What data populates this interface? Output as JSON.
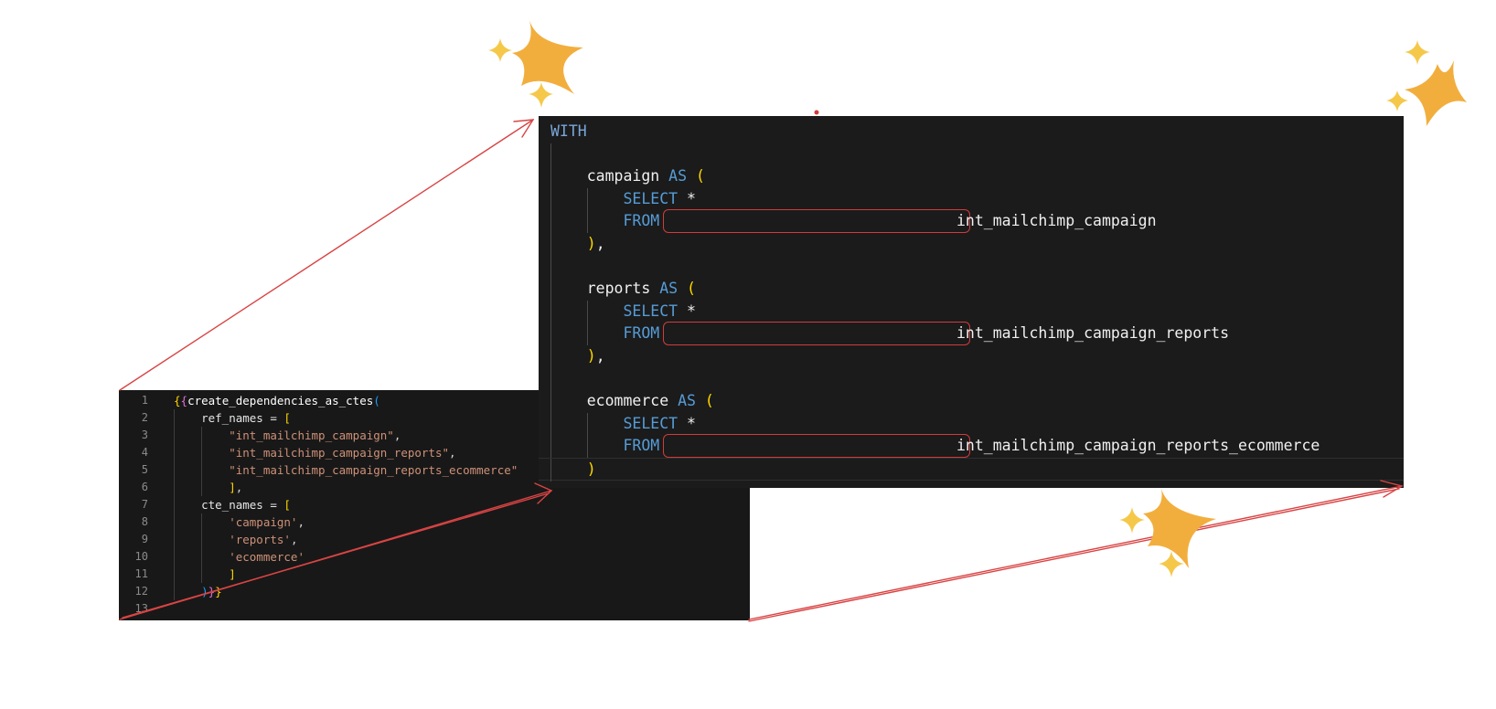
{
  "source_editor": {
    "lines": [
      {
        "num": "1",
        "tokens": [
          {
            "t": "{",
            "c": "t-brace"
          },
          {
            "t": "{",
            "c": "t-brace2"
          },
          {
            "t": "create_dependencies_as_ctes",
            "c": "t-fn"
          },
          {
            "t": "(",
            "c": "t-paren"
          }
        ]
      },
      {
        "num": "2",
        "tokens": [
          {
            "t": "    ref_names = ",
            "c": "t-var"
          },
          {
            "t": "[",
            "c": "t-bracket"
          }
        ]
      },
      {
        "num": "3",
        "tokens": [
          {
            "t": "        \"int_mailchimp_campaign\"",
            "c": "t-str"
          },
          {
            "t": ",",
            "c": "t-op"
          }
        ]
      },
      {
        "num": "4",
        "tokens": [
          {
            "t": "        \"int_mailchimp_campaign_reports\"",
            "c": "t-str"
          },
          {
            "t": ",",
            "c": "t-op"
          }
        ]
      },
      {
        "num": "5",
        "tokens": [
          {
            "t": "        \"int_mailchimp_campaign_reports_ecommerce\"",
            "c": "t-str"
          }
        ]
      },
      {
        "num": "6",
        "tokens": [
          {
            "t": "        ",
            "c": "t-op"
          },
          {
            "t": "]",
            "c": "t-bracket"
          },
          {
            "t": ",",
            "c": "t-op"
          }
        ]
      },
      {
        "num": "7",
        "tokens": [
          {
            "t": "    cte_names = ",
            "c": "t-var"
          },
          {
            "t": "[",
            "c": "t-bracket"
          }
        ]
      },
      {
        "num": "8",
        "tokens": [
          {
            "t": "        'campaign'",
            "c": "t-str"
          },
          {
            "t": ",",
            "c": "t-op"
          }
        ]
      },
      {
        "num": "9",
        "tokens": [
          {
            "t": "        'reports'",
            "c": "t-str"
          },
          {
            "t": ",",
            "c": "t-op"
          }
        ]
      },
      {
        "num": "10",
        "tokens": [
          {
            "t": "        'ecommerce'",
            "c": "t-str"
          }
        ]
      },
      {
        "num": "11",
        "tokens": [
          {
            "t": "        ",
            "c": "t-op"
          },
          {
            "t": "]",
            "c": "t-bracket"
          }
        ]
      },
      {
        "num": "12",
        "tokens": [
          {
            "t": "    ",
            "c": "t-op"
          },
          {
            "t": ")",
            "c": "t-paren"
          },
          {
            "t": "}",
            "c": "t-brace2"
          },
          {
            "t": "}",
            "c": "t-brace"
          }
        ]
      },
      {
        "num": "13",
        "tokens": []
      }
    ]
  },
  "compiled_editor": {
    "lines": [
      {
        "tokens": [
          {
            "t": "WITH",
            "c": "kw-light"
          }
        ]
      },
      {
        "tokens": []
      },
      {
        "tokens": [
          {
            "t": "    ",
            "c": "ident"
          },
          {
            "t": "campaign",
            "c": "ident"
          },
          {
            "t": " AS ",
            "c": "kw"
          },
          {
            "t": "(",
            "c": "paren"
          }
        ]
      },
      {
        "tokens": [
          {
            "t": "        SELECT ",
            "c": "kw"
          },
          {
            "t": "*",
            "c": "ident"
          }
        ]
      },
      {
        "tokens": [
          {
            "t": "        FROM",
            "c": "kw"
          }
        ],
        "tail": "int_mailchimp_campaign"
      },
      {
        "tokens": [
          {
            "t": "    ",
            "c": "ident"
          },
          {
            "t": ")",
            "c": "paren"
          },
          {
            "t": ",",
            "c": "ident"
          }
        ]
      },
      {
        "tokens": []
      },
      {
        "tokens": [
          {
            "t": "    ",
            "c": "ident"
          },
          {
            "t": "reports",
            "c": "ident"
          },
          {
            "t": " AS ",
            "c": "kw"
          },
          {
            "t": "(",
            "c": "paren"
          }
        ]
      },
      {
        "tokens": [
          {
            "t": "        SELECT ",
            "c": "kw"
          },
          {
            "t": "*",
            "c": "ident"
          }
        ]
      },
      {
        "tokens": [
          {
            "t": "        FROM",
            "c": "kw"
          }
        ],
        "tail": "int_mailchimp_campaign_reports"
      },
      {
        "tokens": [
          {
            "t": "    ",
            "c": "ident"
          },
          {
            "t": ")",
            "c": "paren"
          },
          {
            "t": ",",
            "c": "ident"
          }
        ]
      },
      {
        "tokens": []
      },
      {
        "tokens": [
          {
            "t": "    ",
            "c": "ident"
          },
          {
            "t": "ecommerce",
            "c": "ident"
          },
          {
            "t": " AS ",
            "c": "kw"
          },
          {
            "t": "(",
            "c": "paren"
          }
        ]
      },
      {
        "tokens": [
          {
            "t": "        SELECT ",
            "c": "kw"
          },
          {
            "t": "*",
            "c": "ident"
          }
        ]
      },
      {
        "tokens": [
          {
            "t": "        FROM",
            "c": "kw"
          }
        ],
        "tail": "int_mailchimp_campaign_reports_ecommerce"
      },
      {
        "tokens": [
          {
            "t": "    ",
            "c": "ident"
          },
          {
            "t": ")",
            "c": "paren"
          }
        ],
        "current": true
      }
    ]
  },
  "colors": {
    "arrow": "#d94444",
    "star_large": "#f2ae3d",
    "star_small": "#f5c84a"
  }
}
